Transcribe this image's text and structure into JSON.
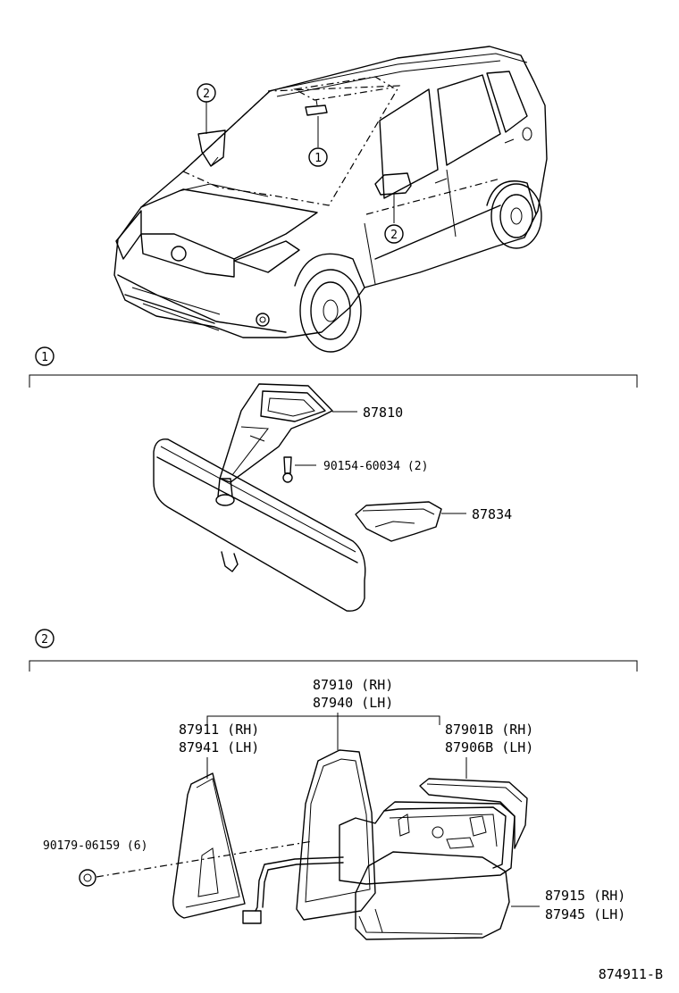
{
  "overview": {
    "callout_rearview": "1",
    "callout_windshield_left": "2",
    "callout_side_mirror": "2"
  },
  "section1": {
    "marker": "1",
    "parts": {
      "bracket": "87810",
      "screw": "90154-60034 (2)",
      "cover": "87834"
    }
  },
  "section2": {
    "marker": "2",
    "parts": {
      "assembly_rh": "87910 (RH)",
      "assembly_lh": "87940 (LH)",
      "cover_rh": "87911 (RH)",
      "cover_lh": "87941 (LH)",
      "outer_rh": "87901B (RH)",
      "outer_lh": "87906B (LH)",
      "clip": "90179-06159 (6)",
      "housing_rh": "87915 (RH)",
      "housing_lh": "87945 (LH)"
    }
  },
  "figure_id": "874911-B"
}
